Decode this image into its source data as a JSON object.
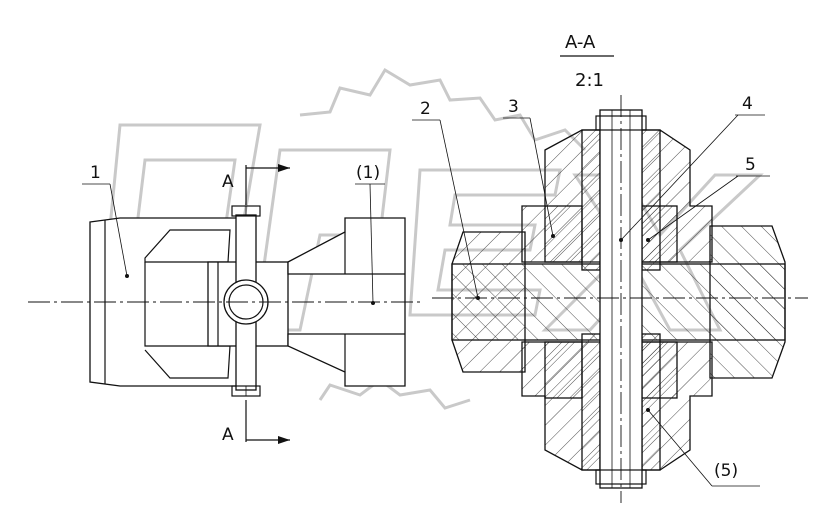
{
  "section": {
    "name": "A-A",
    "scale": "2:1"
  },
  "cut_labels": {
    "top": "A",
    "bottom": "A"
  },
  "part_labels": [
    {
      "id": "label-1",
      "text": "1"
    },
    {
      "id": "label-1-ref",
      "text": "(1)"
    },
    {
      "id": "label-2",
      "text": "2"
    },
    {
      "id": "label-3",
      "text": "3"
    },
    {
      "id": "label-4",
      "text": "4"
    },
    {
      "id": "label-5",
      "text": "5"
    },
    {
      "id": "label-5-ref",
      "text": "(5)"
    }
  ],
  "watermark": {
    "text": "OPEX"
  }
}
